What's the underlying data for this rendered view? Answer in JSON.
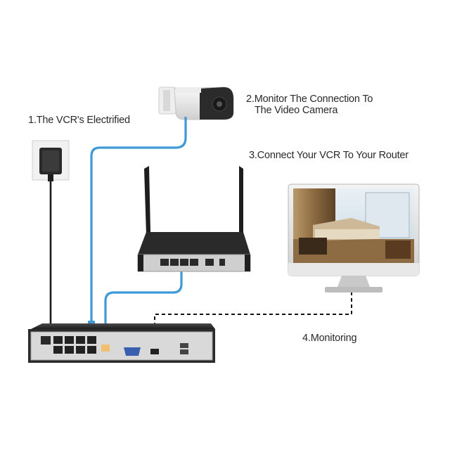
{
  "labels": {
    "step1": "1.The VCR's Electrified",
    "step2_line1": "2.Monitor The Connection To",
    "step2_line2": "The Video Camera",
    "step3": "3.Connect Your VCR To Your Router",
    "step4": "4.Monitoring"
  },
  "colors": {
    "network_cable": "#3d9ad6",
    "power_cable": "#1a1a1a",
    "hdmi_dashed": "#111111",
    "device_dark": "#2b2b2b",
    "device_panel": "#d9d9d9"
  },
  "icons": [
    "power-adapter-icon",
    "bullet-camera-icon",
    "wifi-router-icon",
    "monitor-icon",
    "nvr-recorder-icon"
  ]
}
